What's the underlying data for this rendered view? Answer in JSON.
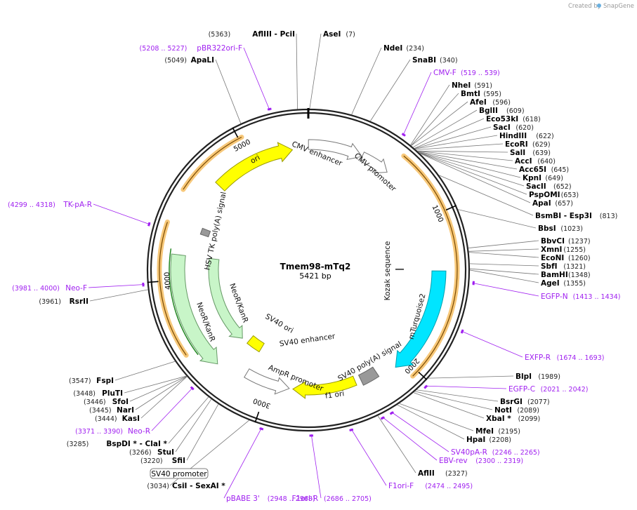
{
  "credit": {
    "prefix": "Created by",
    "brand": "SnapGene"
  },
  "plasmid": {
    "name": "Tmem98-mTq2",
    "length": "5421 bp",
    "total_bp": 5421
  },
  "ticks": [
    {
      "label": "1000",
      "bp": 1000
    },
    {
      "label": "2000",
      "bp": 2000
    },
    {
      "label": "3000",
      "bp": 3000
    },
    {
      "label": "4000",
      "bp": 4000
    },
    {
      "label": "5000",
      "bp": 5000
    }
  ],
  "features": [
    {
      "name": "CMV enhancer",
      "start": 1,
      "end": 380,
      "color": "#ffffff",
      "stroke": "#777777",
      "type": "arrow"
    },
    {
      "name": "CMV promoter",
      "start": 381,
      "end": 584,
      "color": "#ffffff",
      "stroke": "#777777",
      "type": "arrow"
    },
    {
      "name": "Kozak sequence",
      "start": 1348,
      "end": 1357,
      "color": "#aaaaaa",
      "stroke": "#777777",
      "type": "mark"
    },
    {
      "name": "mTurquoise2",
      "start": 1361,
      "end": 2080,
      "color": "#00e5ff",
      "stroke": "#00a0b0",
      "type": "arrow"
    },
    {
      "name": "SV40 poly(A) signal",
      "start": 2205,
      "end": 2326,
      "color": "#999999",
      "stroke": "#666666",
      "type": "box"
    },
    {
      "name": "f1 ori",
      "start": 2367,
      "end": 2822,
      "color": "#ffff00",
      "stroke": "#999900",
      "type": "arrow"
    },
    {
      "name": "AmpR promoter",
      "start": 2848,
      "end": 3175,
      "color": "#ffffff",
      "stroke": "#777777",
      "type": "arrow-rev"
    },
    {
      "name": "SV40 ori",
      "start": 3177,
      "end": 3312,
      "color": "#ffff00",
      "stroke": "#999900",
      "type": "box"
    },
    {
      "name": "SV40 enhancer",
      "start": 3177,
      "end": 3312,
      "color": "#ffff00",
      "stroke": "#999900",
      "type": "none"
    },
    {
      "name": "NeoR/KanR",
      "start": 3373,
      "end": 4167,
      "color": "#c8f5c8",
      "stroke": "#669966",
      "type": "arrow-rev"
    },
    {
      "name": "HSV TK poly(A) signal",
      "start": 4343,
      "end": 4391,
      "color": "#999999",
      "stroke": "#666666",
      "type": "box"
    },
    {
      "name": "ori",
      "start": 4720,
      "end": 5308,
      "color": "#ffff00",
      "stroke": "#999900",
      "type": "arrow"
    }
  ],
  "outer_features": [
    {
      "name": "NeoR/KanR",
      "start": 3373,
      "end": 4167,
      "color": "#c8f5c8",
      "stroke": "#669966",
      "dir": "rev"
    }
  ],
  "enzymes": [
    {
      "name": "AflIII - PciI",
      "pos": "(5363)",
      "bp": 5363
    },
    {
      "name": "AseI",
      "pos": "(7)",
      "bp": 7
    },
    {
      "name": "NdeI",
      "pos": "(234)",
      "bp": 234
    },
    {
      "name": "SnaBI",
      "pos": "(340)",
      "bp": 340
    },
    {
      "name": "NheI",
      "pos": "(591)",
      "bp": 591
    },
    {
      "name": "BmtI",
      "pos": "(595)",
      "bp": 595
    },
    {
      "name": "AfeI",
      "pos": "(596)",
      "bp": 596
    },
    {
      "name": "BglII",
      "pos": "(609)",
      "bp": 609
    },
    {
      "name": "Eco53kI",
      "pos": "(618)",
      "bp": 618
    },
    {
      "name": "SacI",
      "pos": "(620)",
      "bp": 620
    },
    {
      "name": "HindIII",
      "pos": "(622)",
      "bp": 622
    },
    {
      "name": "EcoRI",
      "pos": "(629)",
      "bp": 629
    },
    {
      "name": "SalI",
      "pos": "(639)",
      "bp": 639
    },
    {
      "name": "AccI",
      "pos": "(640)",
      "bp": 640
    },
    {
      "name": "Acc65I",
      "pos": "(645)",
      "bp": 645
    },
    {
      "name": "KpnI",
      "pos": "(649)",
      "bp": 649
    },
    {
      "name": "SacII",
      "pos": "(652)",
      "bp": 652
    },
    {
      "name": "PspOMI",
      "pos": "(653)",
      "bp": 653
    },
    {
      "name": "ApaI",
      "pos": "(657)",
      "bp": 657
    },
    {
      "name": "BsmBI - Esp3I",
      "pos": "(813)",
      "bp": 813
    },
    {
      "name": "BbsI",
      "pos": "(1023)",
      "bp": 1023
    },
    {
      "name": "BbvCI",
      "pos": "(1237)",
      "bp": 1237
    },
    {
      "name": "XmnI",
      "pos": "(1255)",
      "bp": 1255
    },
    {
      "name": "EcoNI",
      "pos": "(1260)",
      "bp": 1260
    },
    {
      "name": "SbfI",
      "pos": "(1321)",
      "bp": 1321
    },
    {
      "name": "BamHI",
      "pos": "(1348)",
      "bp": 1348
    },
    {
      "name": "AgeI",
      "pos": "(1355)",
      "bp": 1355
    },
    {
      "name": "BlpI",
      "pos": "(1989)",
      "bp": 1989
    },
    {
      "name": "BsrGI",
      "pos": "(2077)",
      "bp": 2077
    },
    {
      "name": "NotI",
      "pos": "(2089)",
      "bp": 2089
    },
    {
      "name": "XbaI *",
      "pos": "(2099)",
      "bp": 2099
    },
    {
      "name": "MfeI",
      "pos": "(2195)",
      "bp": 2195
    },
    {
      "name": "HpaI",
      "pos": "(2208)",
      "bp": 2208
    },
    {
      "name": "AflII",
      "pos": "(2327)",
      "bp": 2327
    },
    {
      "name": "CsiI - SexAI *",
      "pos": "(3034)",
      "bp": 3034
    },
    {
      "name": "SfiI",
      "pos": "(3220)",
      "bp": 3220
    },
    {
      "name": "StuI",
      "pos": "(3266)",
      "bp": 3266
    },
    {
      "name": "BspDI * - ClaI *",
      "pos": "(3285)",
      "bp": 3285
    },
    {
      "name": "KasI",
      "pos": "(3444)",
      "bp": 3444
    },
    {
      "name": "NarI",
      "pos": "(3445)",
      "bp": 3445
    },
    {
      "name": "SfoI",
      "pos": "(3446)",
      "bp": 3446
    },
    {
      "name": "PluTI",
      "pos": "(3448)",
      "bp": 3448
    },
    {
      "name": "FspI",
      "pos": "(3547)",
      "bp": 3547
    },
    {
      "name": "RsrII",
      "pos": "(3961)",
      "bp": 3961
    },
    {
      "name": "ApaLI",
      "pos": "(5049)",
      "bp": 5049
    }
  ],
  "primers": [
    {
      "name": "pBR322ori-F",
      "pos": "(5208 .. 5227)",
      "bp": 5217
    },
    {
      "name": "CMV-F",
      "pos": "(519 .. 539)",
      "bp": 529
    },
    {
      "name": "EGFP-N",
      "pos": "(1413 .. 1434)",
      "bp": 1423
    },
    {
      "name": "EXFP-R",
      "pos": "(1674 .. 1693)",
      "bp": 1683
    },
    {
      "name": "EGFP-C",
      "pos": "(2021 .. 2042)",
      "bp": 2031
    },
    {
      "name": "SV40pA-R",
      "pos": "(2246 .. 2265)",
      "bp": 2255
    },
    {
      "name": "EBV-rev",
      "pos": "(2300 .. 2319)",
      "bp": 2309
    },
    {
      "name": "F1ori-F",
      "pos": "(2474 .. 2495)",
      "bp": 2484
    },
    {
      "name": "F1ori-R",
      "pos": "(2686 .. 2705)",
      "bp": 2695
    },
    {
      "name": "pBABE 3'",
      "pos": "(2948 .. 2968)",
      "bp": 2958
    },
    {
      "name": "Neo-R",
      "pos": "(3371 .. 3390)",
      "bp": 3380
    },
    {
      "name": "Neo-F",
      "pos": "(3981 .. 4000)",
      "bp": 3990
    },
    {
      "name": "TK-pA-R",
      "pos": "(4299 .. 4318)",
      "bp": 4308
    }
  ],
  "boxed_label": "SV40 promoter"
}
